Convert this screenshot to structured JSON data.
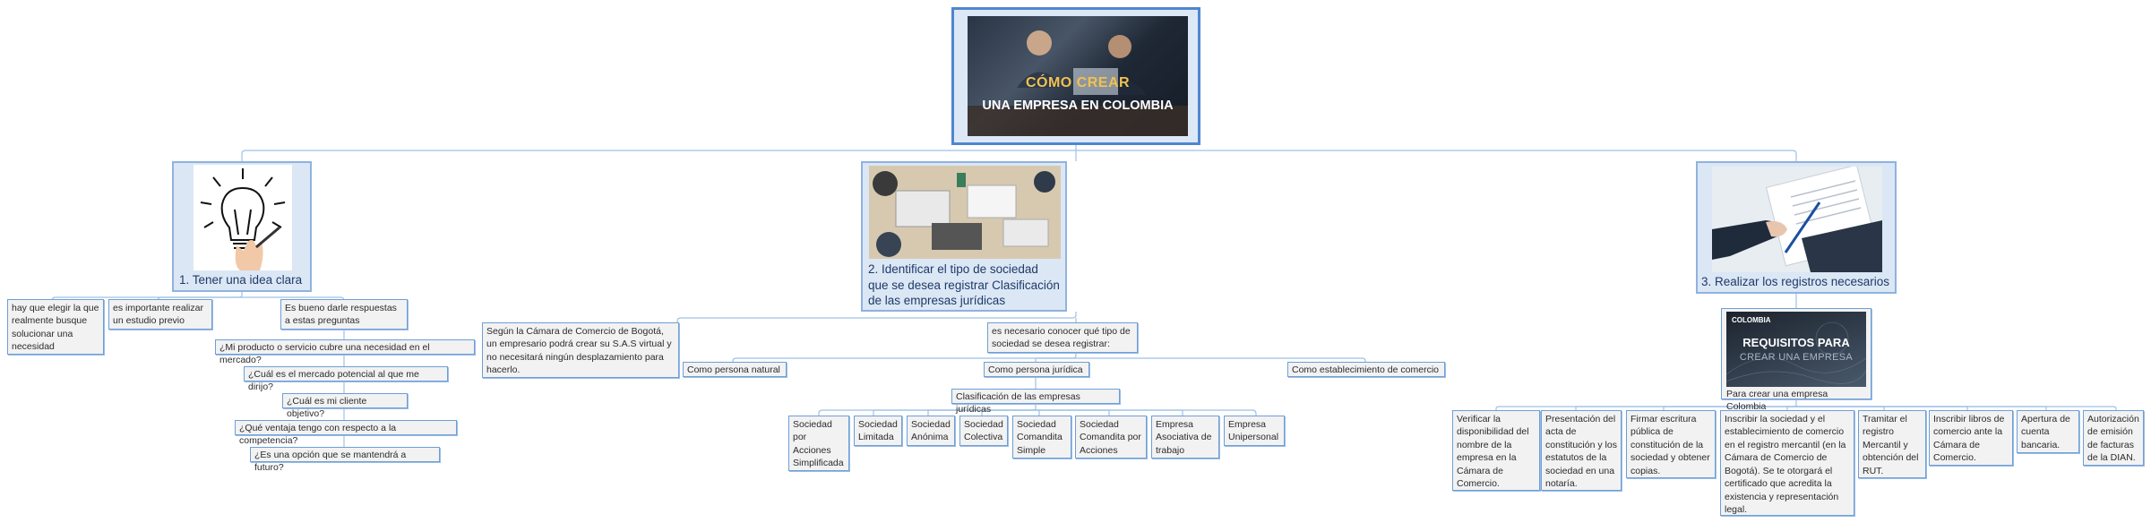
{
  "root": {
    "title_line1": "CÓMO CREAR",
    "title_line2": "UNA EMPRESA EN COLOMBIA"
  },
  "branch1": {
    "title": "1. Tener una idea clara",
    "items": [
      "hay que elegir la que realmente busque solucionar una necesidad",
      "es importante realizar un estudio previo",
      "Es bueno darle respuestas a estas preguntas"
    ],
    "questions": [
      "¿Mi producto o servicio cubre una necesidad en el mercado?",
      "¿Cuál es el mercado potencial al que me dirijo?",
      "¿Cuál es mi cliente objetivo?",
      "¿Qué ventaja tengo con respecto a la competencia?",
      "¿Es una opción que se mantendrá a futuro?"
    ]
  },
  "branch2": {
    "title": "2. Identificar el tipo de sociedad que se desea registrar Clasificación de las empresas jurídicas",
    "note": "Según la Cámara de Comercio de Bogotá, un empresario podrá crear su S.A.S virtual y no necesitará ningún desplazamiento para hacerlo.",
    "intro": "es necesario conocer qué tipo de sociedad se desea registrar:",
    "types": [
      "Como persona natural",
      "Como persona jurídica",
      "Como establecimiento de comercio"
    ],
    "classification": "Clasificación de las empresas jurídicas",
    "companies": [
      "Sociedad por Acciones Simplificada",
      "Sociedad Limitada",
      "Sociedad Anónima",
      "Sociedad Colectiva",
      "Sociedad Comandita Simple",
      "Sociedad Comandita por Acciones",
      "Empresa Asociativa de trabajo",
      "Empresa Unipersonal"
    ]
  },
  "branch3": {
    "title": "3. Realizar los registros necesarios",
    "banner_top": "COLOMBIA",
    "banner_title": "REQUISITOS PARA",
    "banner_sub": "CREAR UNA EMPRESA",
    "caption": "Para crear una empresa Colombia",
    "steps": [
      "Verificar la disponibilidad del nombre de la empresa en la Cámara de Comercio.",
      "Presentación del acta de constitución y los estatutos de la sociedad en una notaría.",
      "Firmar escritura pública de constitución de la sociedad y obtener copias.",
      "Inscribir la sociedad y el establecimiento de comercio en el registro mercantil (en la Cámara de Comercio de Bogotá). Se te otorgará el certificado que acredita la existencia y representación legal.",
      "Tramitar el registro Mercantil y obtención del RUT.",
      "Inscribir libros de comercio ante la Cámara de Comercio.",
      "Apertura de cuenta bancaria.",
      "Autorización de emisión de facturas de la DIAN."
    ]
  },
  "colors": {
    "line": "#9fc0e6",
    "node_border": "#6d9fd6",
    "root_border": "#4f86cf",
    "title_gold": "#f2c14e"
  }
}
